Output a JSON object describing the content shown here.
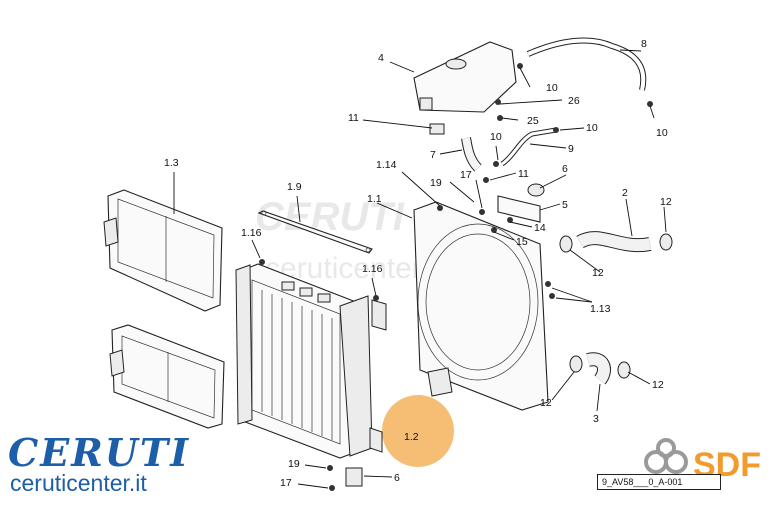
{
  "labels": {
    "l1": "1.1",
    "l2": "1.2",
    "l3": "1.3",
    "l4": "1.13",
    "l5": "1.14",
    "l6": "1.16",
    "l7": "1.16",
    "l8": "1.9",
    "l9": "2",
    "l10": "3",
    "l11": "4",
    "l12": "5",
    "l13": "6",
    "l14": "6",
    "l15": "7",
    "l16": "8",
    "l17": "9",
    "l18": "10",
    "l19": "10",
    "l20": "10",
    "l21": "10",
    "l22": "11",
    "l23": "11",
    "l24": "12",
    "l25": "12",
    "l26": "12",
    "l27": "12",
    "l28": "14",
    "l29": "15",
    "l30": "17",
    "l31": "17",
    "l32": "19",
    "l33": "19",
    "l34": "25",
    "l35": "26"
  },
  "highlight": {
    "label": "1.2",
    "color": "#f5a623"
  },
  "watermark": {
    "text": "CERUTI",
    "subtext": "ceruticenter.it"
  },
  "brand": {
    "title": "CERUTI",
    "url": "ceruticenter.it",
    "color": "#1d5ea8"
  },
  "sdf": {
    "text": "SDF",
    "color": "#f39a2c"
  },
  "diagram_code": "9_AV58___0_A-001"
}
